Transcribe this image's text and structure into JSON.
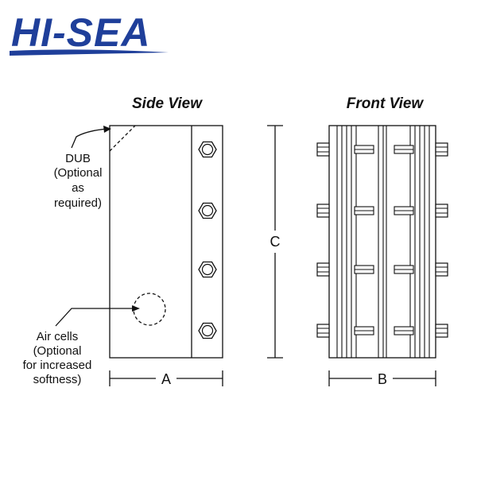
{
  "brand": {
    "logo_text": "HI-SEA"
  },
  "colors": {
    "brand_blue": "#1f3f9a",
    "line": "#111111"
  },
  "side_view": {
    "title": "Side View",
    "dub_note": [
      "DUB",
      "(Optional",
      "as",
      "required)"
    ],
    "air_note": [
      "Air cells",
      "(Optional",
      "for increased",
      "softness)"
    ],
    "dim_label": "A",
    "bolt_count": 4
  },
  "front_view": {
    "title": "Front View",
    "dim_label": "B",
    "bolt_rows": 4
  },
  "height_dim_label": "C"
}
